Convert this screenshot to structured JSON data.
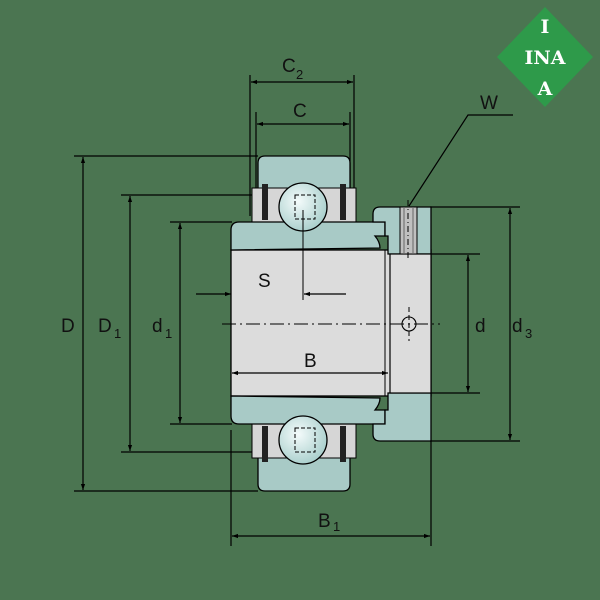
{
  "diagram": {
    "subject": "insert ball bearing with eccentric locking collar, cross-section",
    "background_color": "#4b7551",
    "ring_color": "#a8cac6",
    "inner_color": "#dcdcdc",
    "ball_color": "#c8e4e2"
  },
  "logo": {
    "top": "I",
    "middle": "INA",
    "bottom": "A",
    "color": "#2e9a4a"
  },
  "labels": {
    "C2": {
      "main": "C",
      "sub": "2"
    },
    "C": {
      "main": "C",
      "sub": ""
    },
    "W": {
      "main": "W",
      "sub": ""
    },
    "D": {
      "main": "D",
      "sub": ""
    },
    "D1": {
      "main": "D",
      "sub": "1"
    },
    "d1": {
      "main": "d",
      "sub": "1"
    },
    "S": {
      "main": "S",
      "sub": ""
    },
    "B": {
      "main": "B",
      "sub": ""
    },
    "d": {
      "main": "d",
      "sub": ""
    },
    "d3": {
      "main": "d",
      "sub": "3"
    },
    "B1": {
      "main": "B",
      "sub": "1"
    }
  }
}
